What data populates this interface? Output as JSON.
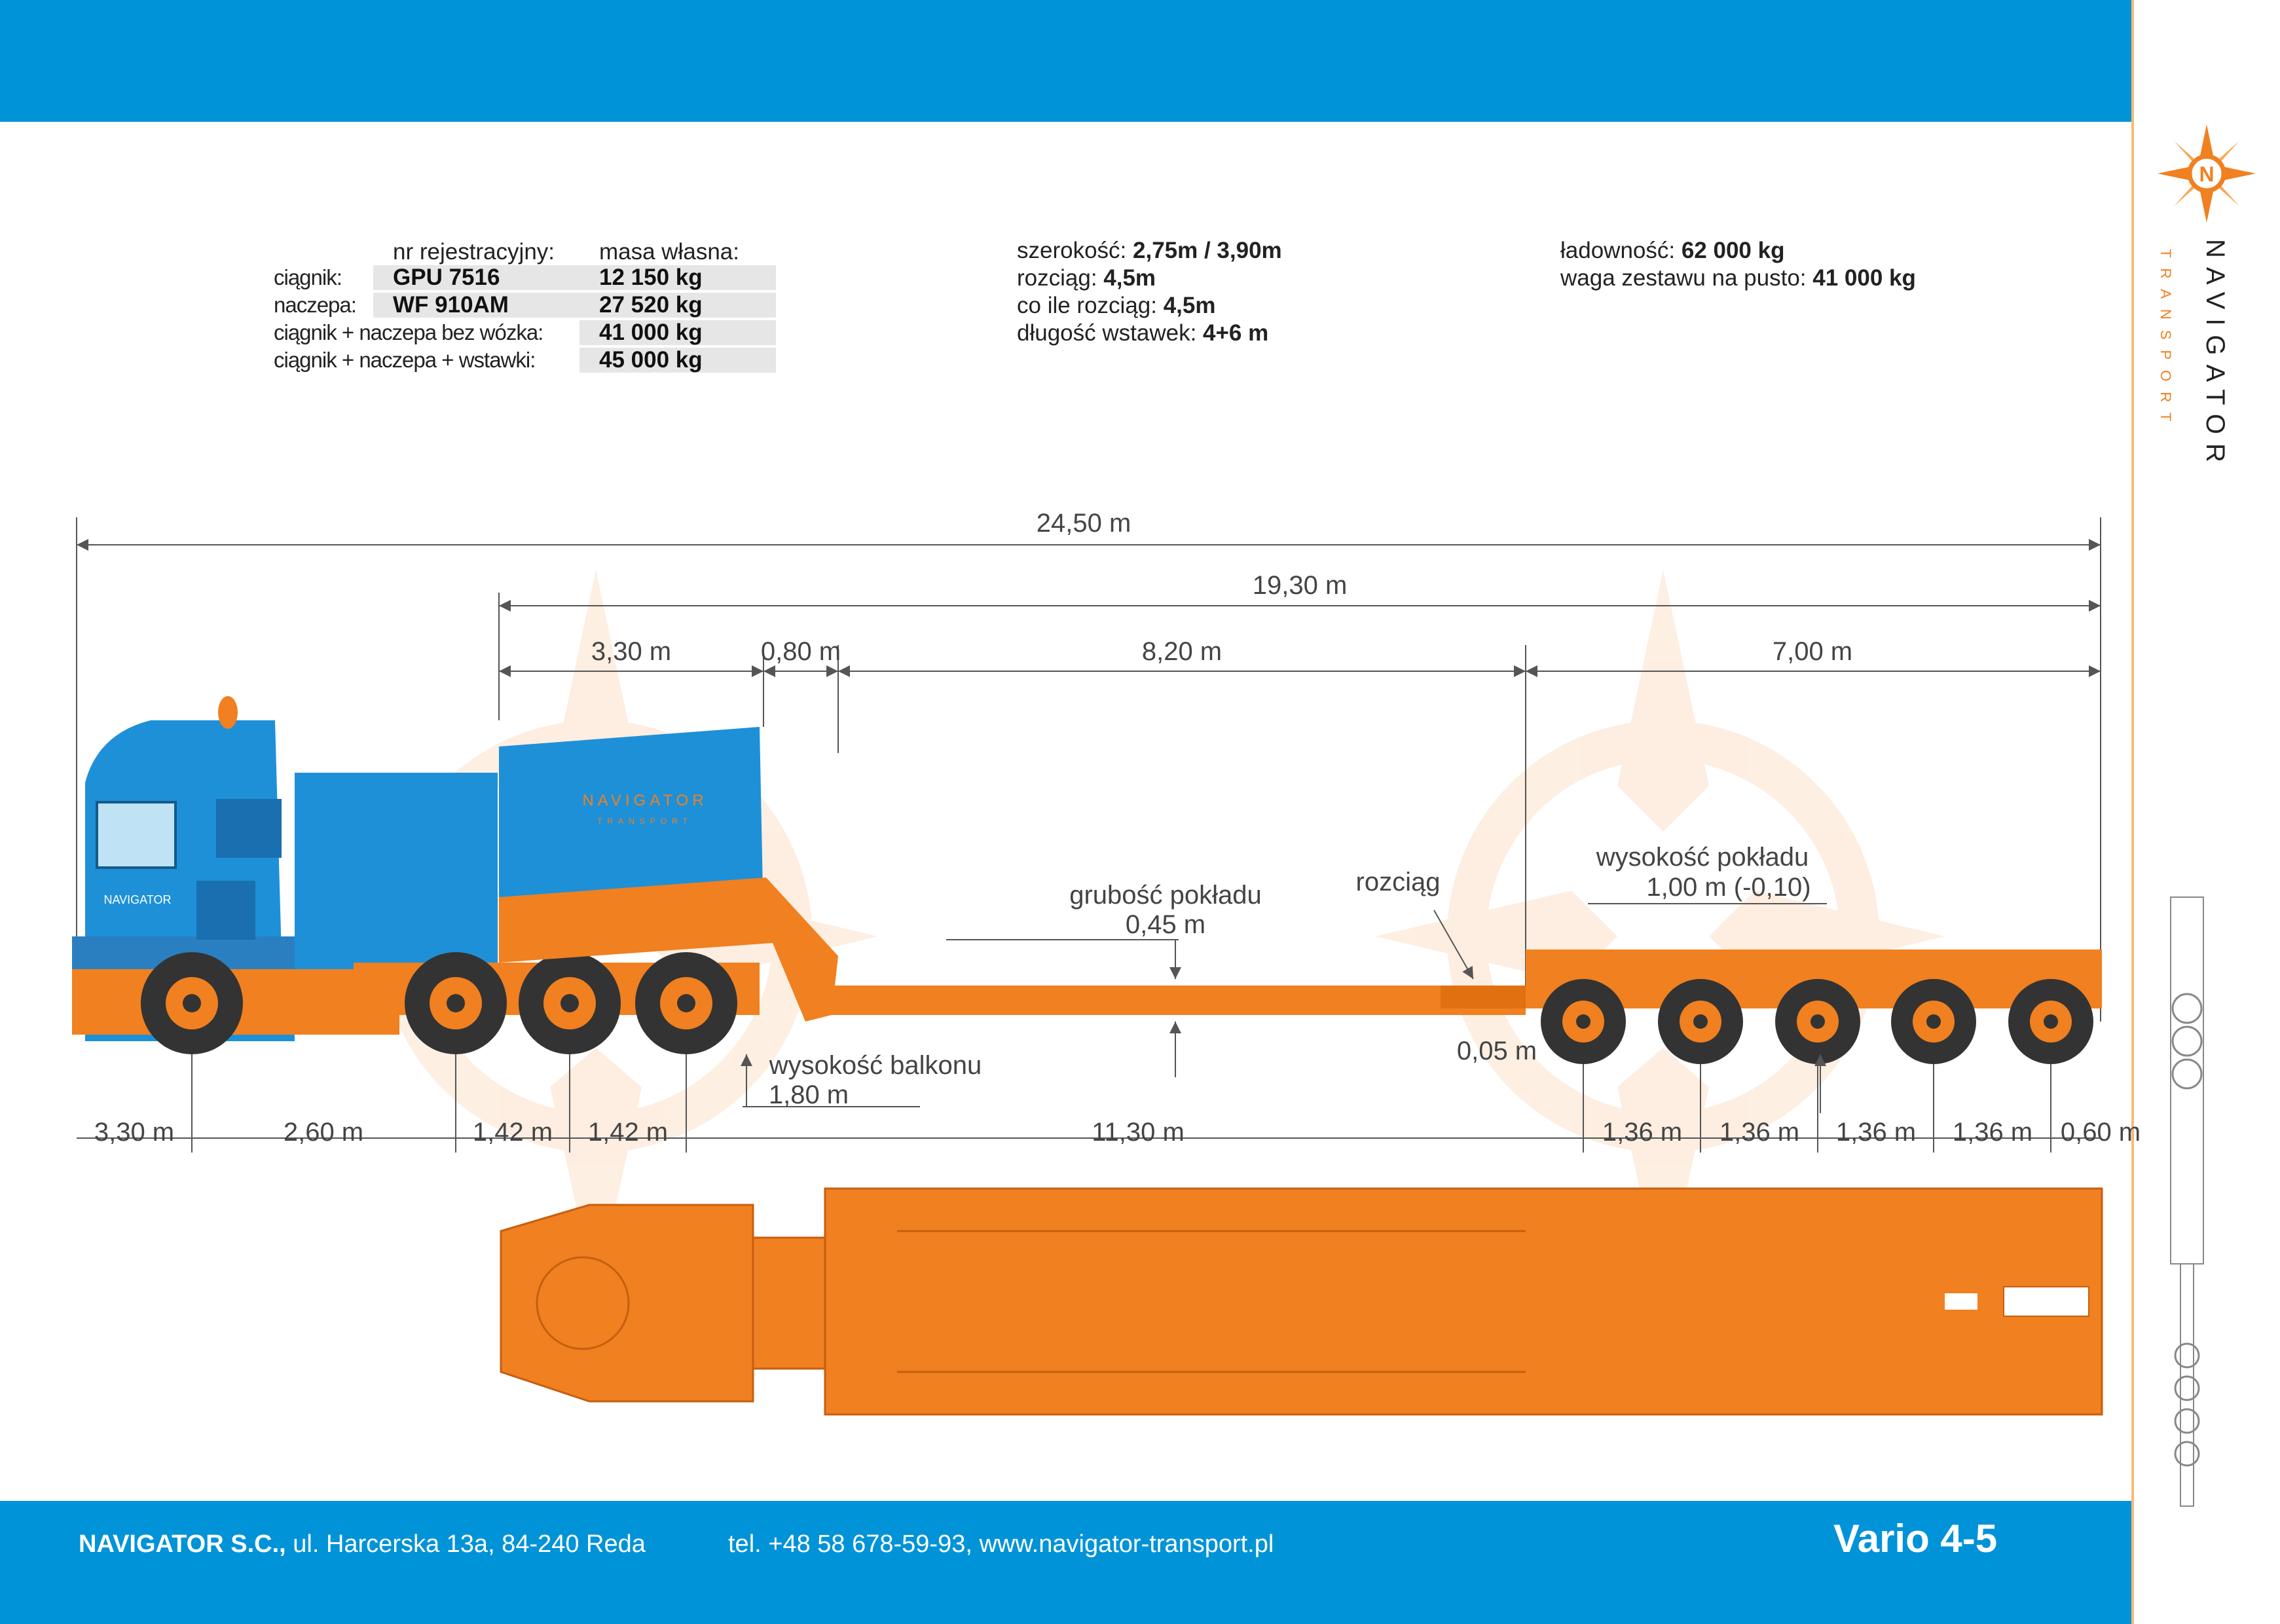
{
  "colors": {
    "brand_blue": "#0093d8",
    "trailer_orange": "#f08020",
    "cab_blue": "#1e90d8"
  },
  "registration_table": {
    "header_reg": "nr rejestracyjny:",
    "header_mass": "masa własna:",
    "rows": [
      {
        "label": "ciągnik:",
        "reg": "GPU 7516",
        "mass": "12 150 kg"
      },
      {
        "label": "naczepa:",
        "reg": "WF 910AM",
        "mass": "27 520 kg"
      },
      {
        "label": "ciągnik + naczepa bez wózka:",
        "reg": "",
        "mass": "41 000 kg"
      },
      {
        "label": "ciągnik + naczepa + wstawki:",
        "reg": "",
        "mass": "45 000 kg"
      }
    ]
  },
  "specs_middle": [
    {
      "label": "szerokość: ",
      "value": "2,75m / 3,90m"
    },
    {
      "label": "rozciąg: ",
      "value": "4,5m"
    },
    {
      "label": "co ile rozciąg: ",
      "value": "4,5m"
    },
    {
      "label": "długość wstawek: ",
      "value": "4+6 m"
    }
  ],
  "specs_right": [
    {
      "label": "ładowność: ",
      "value": "62 000 kg"
    },
    {
      "label": "waga zestawu na pusto: ",
      "value": "41 000 kg"
    }
  ],
  "logo": {
    "name": "NAVIGATOR",
    "subtitle": "TRANSPORT",
    "emblem_letter": "N",
    "cab_text": "NAVIGATOR",
    "box_text": "NAVIGATOR",
    "box_subtext": "TRANSPORT"
  },
  "dimensions": {
    "total": "24,50 m",
    "trailer": "19,30 m",
    "gooseneck": "3,30 m",
    "neck": "0,80 m",
    "deck": "8,20 m",
    "rear_unit": "7,00 m",
    "bottom": [
      "3,30 m",
      "2,60 m",
      "1,42 m",
      "1,42 m",
      "11,30 m",
      "1,36 m",
      "1,36 m",
      "1,36 m",
      "1,36 m",
      "0,60 m"
    ]
  },
  "annotations": {
    "deck_thickness_label": "grubość pokładu",
    "deck_thickness_value": "0,45 m",
    "extension_label": "rozciąg",
    "deck_height_label": "wysokość pokładu",
    "deck_height_value": "1,00 m (-0,10)",
    "balcony_label": "wysokość balkonu",
    "balcony_value": "1,80 m",
    "clearance_value": "0,05 m"
  },
  "footer": {
    "company": "NAVIGATOR S.C.,",
    "address": " ul. Harcerska  13a, 84-240 Reda",
    "contact": "tel.  +48 58 678-59-93, www.navigator-transport.pl",
    "model": "Vario 4-5"
  }
}
